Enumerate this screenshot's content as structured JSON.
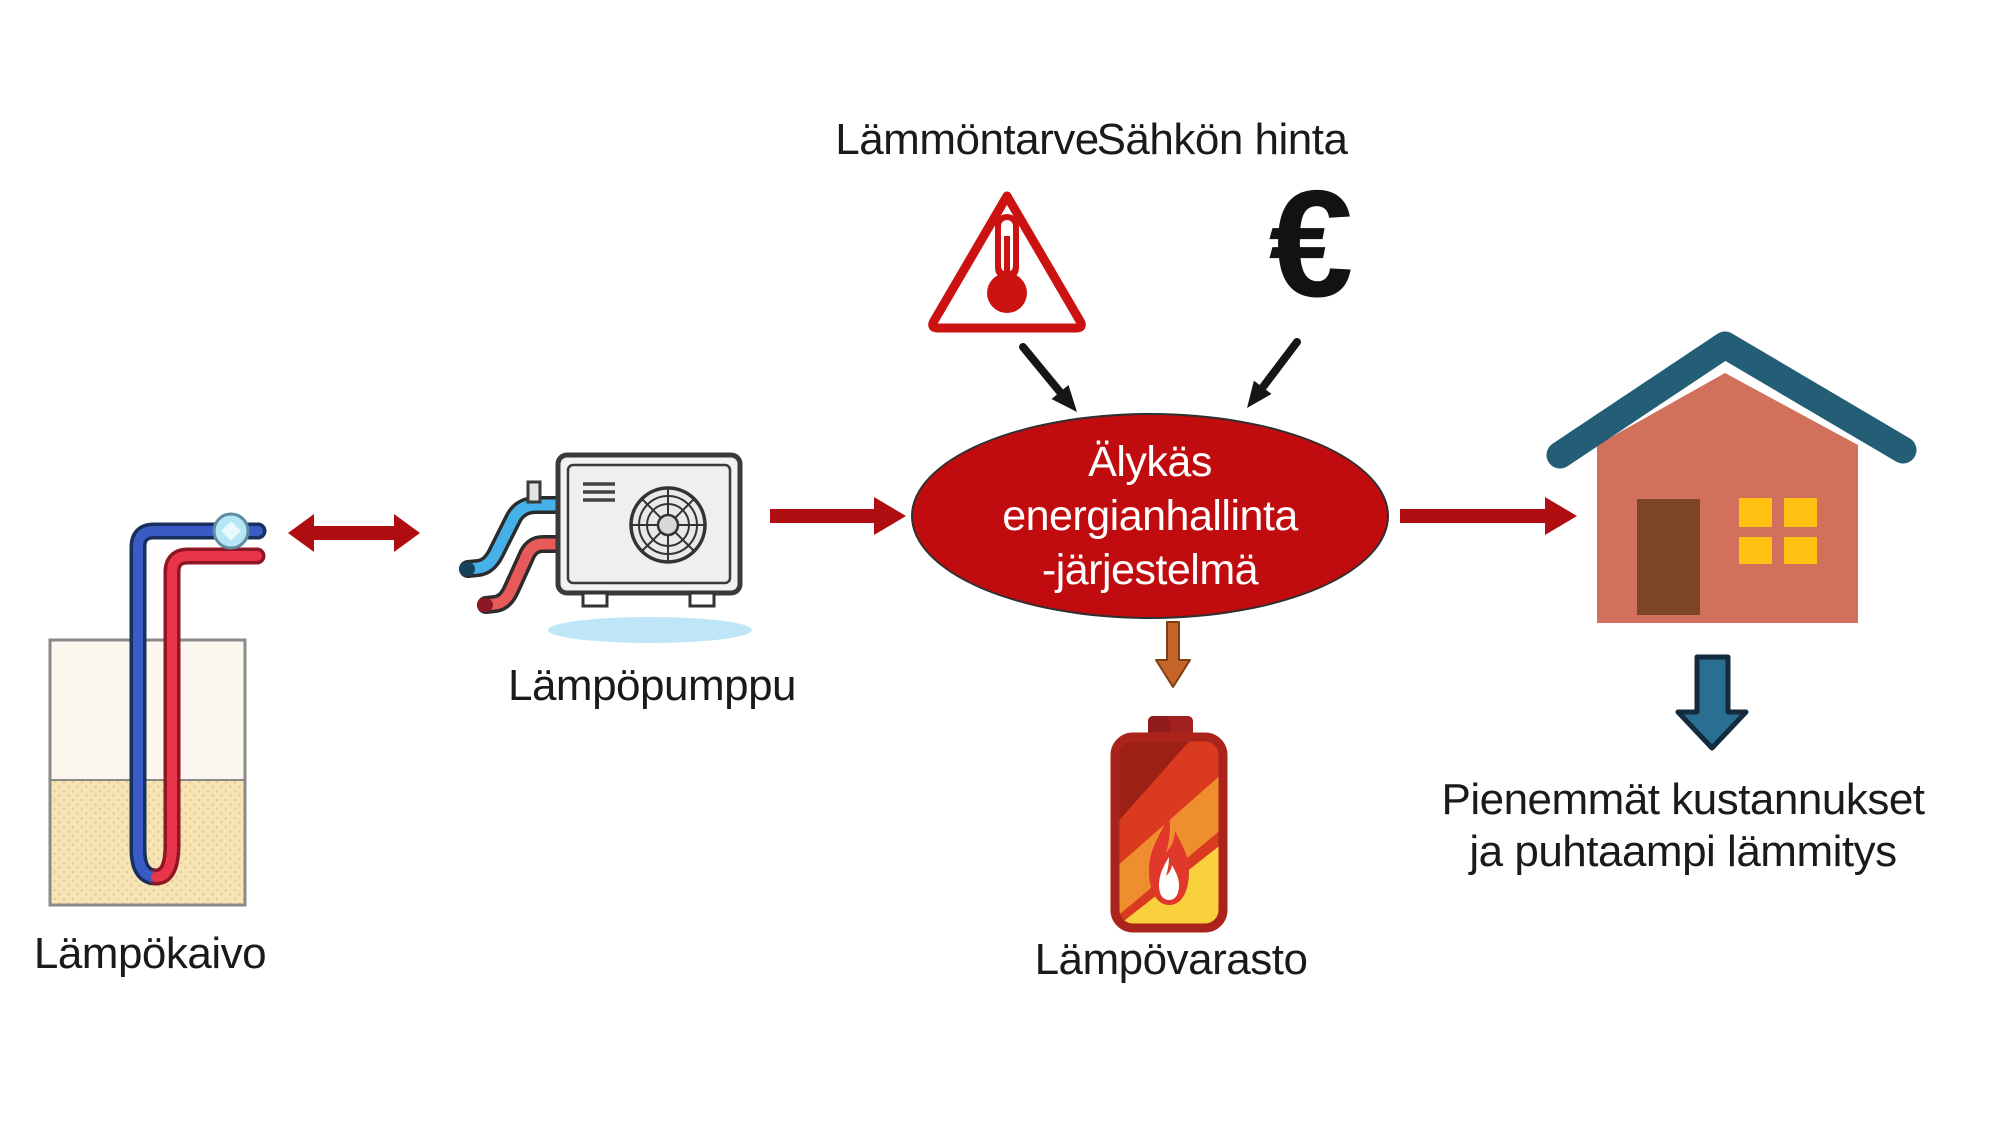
{
  "diagram": {
    "top": {
      "heat_demand_label": "Lämmöntarve",
      "electricity_price_label": "Sähkön hinta",
      "euro_symbol": "€"
    },
    "system_node": {
      "lines": [
        "Älykäs",
        "energianhallinta",
        "-järjestelmä"
      ],
      "fill_color": "#c00c0f",
      "text_color": "#ffffff"
    },
    "nodes": {
      "heat_well_label": "Lämpökaivo",
      "heat_pump_label": "Lämpöpumppu",
      "heat_storage_label": "Lämpövarasto"
    },
    "outcome": {
      "line1": "Pienemmät kustannukset",
      "line2": "ja puhtaampi lämmitys"
    },
    "colors": {
      "arrow_red": "#b00d10",
      "arrow_black": "#161616",
      "arrow_orange": "#c4662a",
      "arrow_teal": "#2a6e91",
      "warning_triangle_red": "#cc1111",
      "house_wall": "#d2715b",
      "house_roof": "#235e76",
      "house_door": "#7d4526",
      "house_window": "#ffc213",
      "pipe_blue": "#3a5bc4",
      "pipe_red": "#e8354a"
    }
  }
}
